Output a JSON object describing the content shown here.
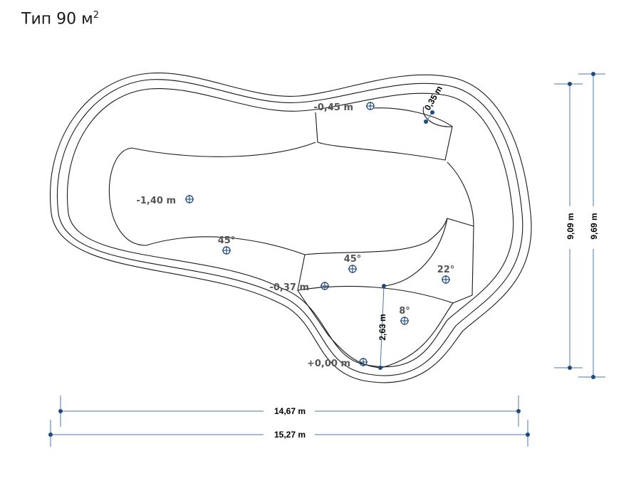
{
  "title": {
    "text": "Тип 90 м",
    "superscript": "2"
  },
  "levels": {
    "shallow_top": "-0,45 m",
    "deep": "-1,40 m",
    "step_mid": "-0,37 m",
    "entry": "+0,00 m"
  },
  "slopes": {
    "left": "45°",
    "middle": "45°",
    "right": "22°",
    "entry": "8°"
  },
  "dimensions": {
    "wall": "0,35 m",
    "step_length": "2,63 m",
    "inner_length": "14,67 m",
    "outer_length": "15,27 m",
    "inner_width": "9,09 m",
    "outer_width": "9,69 m"
  },
  "colors": {
    "line": "#1a1a1a",
    "dimension": "#4a78a8",
    "marker": "#1f4a80",
    "level_text": "#555555"
  }
}
